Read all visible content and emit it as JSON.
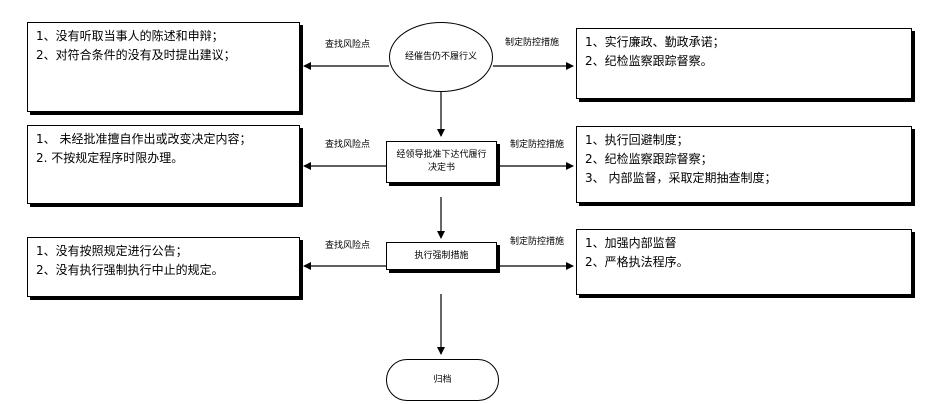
{
  "nodes": {
    "start": "经催告仍不履行义",
    "step2": "经领导批准下达代履行决定书",
    "step3": "执行强制措施",
    "end": "归档"
  },
  "edge_labels": {
    "risk": "查找风险点",
    "measures": "制定防控措施"
  },
  "risks": {
    "r1": [
      "1、没有听取当事人的陈述和申辩；",
      "2、对符合条件的没有及时提出建议；"
    ],
    "r2": [
      "1、 未经批准擅自作出或改变决定内容；",
      "2. 不按规定程序时限办理。"
    ],
    "r3": [
      "1、没有按照规定进行公告；",
      "2、没有执行强制执行中止的规定。"
    ]
  },
  "measures": {
    "m1": [
      "1、实行廉政、勤政承诺；",
      "2、纪检监察跟踪督察。"
    ],
    "m2": [
      "1、执行回避制度；",
      "2、纪检监察跟踪督察；",
      "3、 内部监督，采取定期抽查制度；"
    ],
    "m3": [
      "1、加强内部监督",
      "2、严格执法程序。"
    ]
  }
}
